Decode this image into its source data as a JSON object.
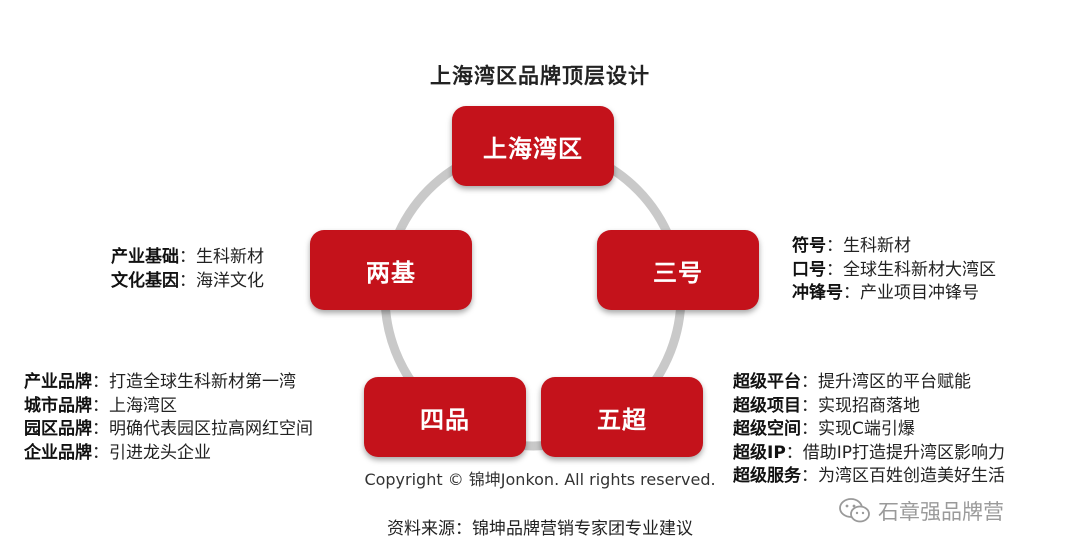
{
  "title": "上海湾区品牌顶层设计",
  "nodes": {
    "top": "上海湾区",
    "left": "两基",
    "right": "三号",
    "bottom_left": "四品",
    "bottom_right": "五超"
  },
  "left_info": {
    "rows": [
      {
        "key": "产业基础",
        "sep": "：",
        "value": "生科新材"
      },
      {
        "key": "文化基因",
        "sep": "：",
        "value": "海洋文化"
      }
    ]
  },
  "right_info": {
    "rows": [
      {
        "key": "符号",
        "sep": "：",
        "value": "生科新材"
      },
      {
        "key": "口号",
        "sep": "：",
        "value": "全球生科新材大湾区"
      },
      {
        "key": "冲锋号",
        "sep": "：",
        "value": "产业项目冲锋号"
      }
    ]
  },
  "bottom_left_info": {
    "rows": [
      {
        "key": "产业品牌",
        "sep": "：",
        "value": "打造全球生科新材第一湾"
      },
      {
        "key": "城市品牌",
        "sep": "：",
        "value": "上海湾区"
      },
      {
        "key": "园区品牌",
        "sep": "：",
        "value": "明确代表园区拉高网红空间"
      },
      {
        "key": "企业品牌",
        "sep": "：",
        "value": "引进龙头企业"
      }
    ]
  },
  "bottom_right_info": {
    "rows": [
      {
        "key": "超级平台",
        "sep": "：",
        "value": "提升湾区的平台赋能"
      },
      {
        "key": "超级项目",
        "sep": "：",
        "value": "实现招商落地"
      },
      {
        "key": "超级空间",
        "sep": "：",
        "value": "实现C端引爆"
      },
      {
        "key": "超级IP",
        "sep": "：",
        "value": "借助IP打造提升湾区影响力"
      },
      {
        "key": "超级服务",
        "sep": "：",
        "value": "为湾区百姓创造美好生活"
      }
    ]
  },
  "copyright": "Copyright © 锦坤Jonkon. All rights reserved.",
  "source": "资料来源：锦坤品牌营销专家团专业建议",
  "watermark": {
    "text": "石章强品牌营",
    "icon": "wechat-icon"
  },
  "colors": {
    "node_red": "#c4121b",
    "ring_gray": "#c9c9c9"
  }
}
